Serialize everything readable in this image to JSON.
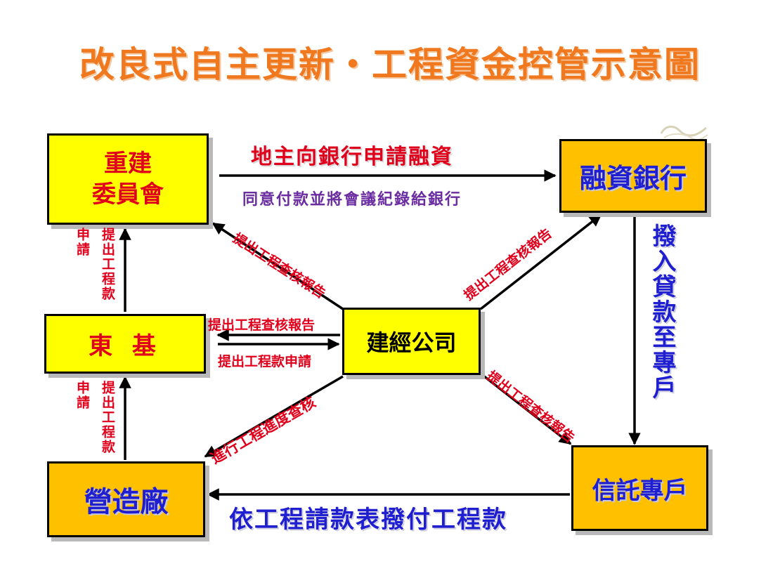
{
  "title": "改良式自主更新・工程資金控管示意圖",
  "nodes": {
    "committee": {
      "line1": "重建",
      "line2": "委員會"
    },
    "dongji": "東 基",
    "contractor": "營造廠",
    "jianjing": "建經公司",
    "bank": "融資銀行",
    "trust": "信託專戶"
  },
  "edges": {
    "owner_to_bank": "地主向銀行申請融資",
    "committee_approve": "同意付款並將會議紀錄給銀行",
    "jj_to_committee": "提出工程查核報告",
    "jj_to_bank": "提出工程查核報告",
    "jj_to_dongji": "提出工程查核報告",
    "dongji_to_jj": "提出工程款申請",
    "jj_to_trust": "提出工程查核報告",
    "jj_to_contractor": "進行工程進度查核",
    "bank_to_trust": "撥入貸款至專戶",
    "trust_to_contractor": "依工程請款表撥付工程款",
    "dongji_to_committee_a": "申請",
    "dongji_to_committee_b": "提出工程款",
    "contractor_to_dongji_a": "申請",
    "contractor_to_dongji_b": "提出工程款"
  },
  "colors": {
    "title": "#f0781e",
    "box_yellow": "#ffff00",
    "box_gold": "#ffc000",
    "red_text": "#e0001b",
    "blue_text": "#1f1fd1",
    "purple_text": "#6a2ca0"
  }
}
